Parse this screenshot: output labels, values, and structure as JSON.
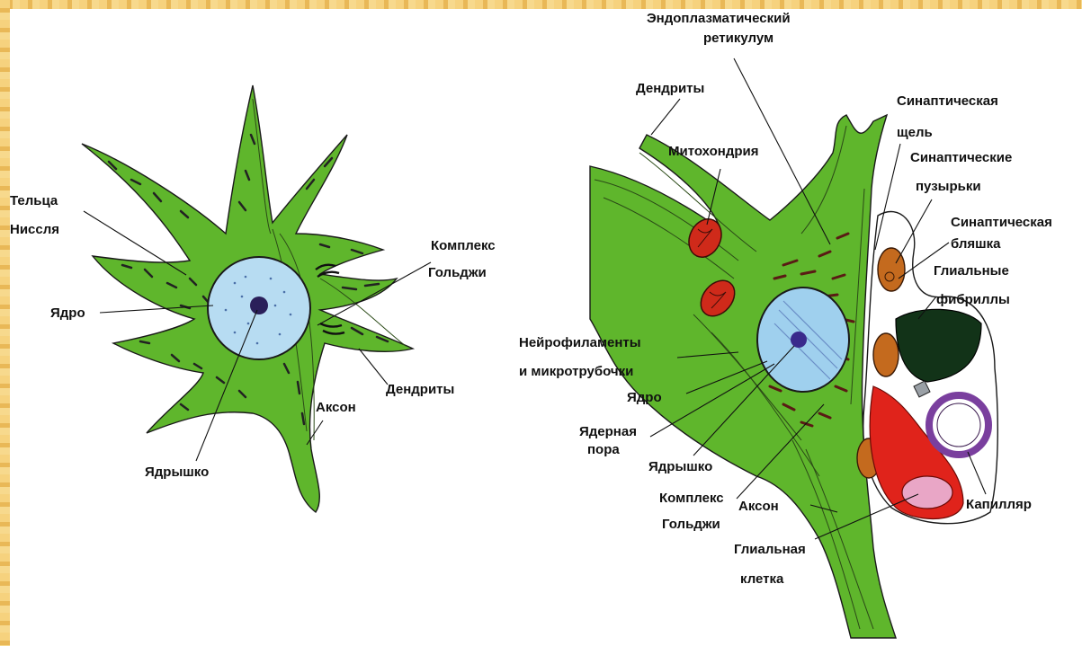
{
  "left_diagram": {
    "labels": {
      "nissl_bodies_line1": "Тельца",
      "nissl_bodies_line2": "Ниссля",
      "nucleus": "Ядро",
      "nucleolus": "Ядрышко",
      "golgi_line1": "Комплекс",
      "golgi_line2": "Гольджи",
      "dendrites": "Дендриты",
      "axon": "Аксон"
    }
  },
  "right_diagram": {
    "labels": {
      "er_line1": "Эндоплазматический",
      "er_line2": "ретикулум",
      "dendrites": "Дендриты",
      "mitochondrion": "Митохондрия",
      "synaptic_cleft_line1": "Синаптическая",
      "synaptic_cleft_line2": "щель",
      "synaptic_vesicles_line1": "Синаптические",
      "synaptic_vesicles_line2": "пузырьки",
      "synaptic_plaque_line1": "Синаптическая",
      "synaptic_plaque_line2": "бляшка",
      "glial_fibrils_line1": "Глиальные",
      "glial_fibrils_line2": "фибриллы",
      "neurofilaments_line1": "Нейрофиламенты",
      "neurofilaments_line2": "и микротрубочки",
      "nucleus": "Ядро",
      "nuclear_pore_line1": "Ядерная",
      "nuclear_pore_line2": "пора",
      "nucleolus": "Ядрышко",
      "golgi_line1": "Комплекс",
      "golgi_line2": "Гольджи",
      "axon": "Аксон",
      "glial_cell_line1": "Глиальная",
      "glial_cell_line2": "клетка",
      "capillary": "Капилляр"
    }
  },
  "colors": {
    "cytoplasm": "#5fb62c",
    "nucleus": "#b7dcf2",
    "mitochondria": "#cf2a1a",
    "glial_orange": "#c46a1e",
    "capillary": "#7a3f9e",
    "blood_red": "#e0231b",
    "outline": "#1a1a1a"
  }
}
